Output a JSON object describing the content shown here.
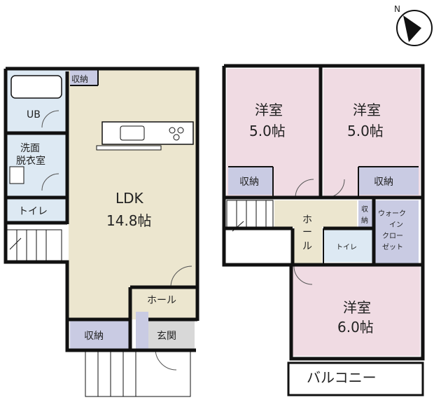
{
  "compass": {
    "north_label": "N",
    "icon": "north-arrow-icon"
  },
  "floor1": {
    "storage_top": "収納",
    "ub": "UB",
    "washroom": [
      "洗面",
      "脱衣室"
    ],
    "toilet": "トイレ",
    "ldk": {
      "name": "LDK",
      "size": "14.8帖"
    },
    "hall": "ホール",
    "storage_bottom": "収納",
    "entrance": "玄関"
  },
  "floor2": {
    "room_left": {
      "name": "洋室",
      "size": "5.0帖"
    },
    "room_right": {
      "name": "洋室",
      "size": "5.0帖"
    },
    "storage_left": "収納",
    "storage_right": "収納",
    "hall_chars": [
      "ホ",
      "ー",
      "ル"
    ],
    "storage_small": [
      "収",
      "納"
    ],
    "walkin_closet": [
      "ウォーク",
      "イン",
      "クロー",
      "ゼット"
    ],
    "toilet": "トイレ",
    "room_bottom": {
      "name": "洋室",
      "size": "6.0帖"
    },
    "balcony": "バルコニー"
  },
  "colors": {
    "ldk_floor": "#ece6cf",
    "wet_area": "#dde9f3",
    "storage": "#c9cbe3",
    "bedroom": "#f0dbe3",
    "entrance": "#d8d8d8",
    "wall": "#111111"
  }
}
